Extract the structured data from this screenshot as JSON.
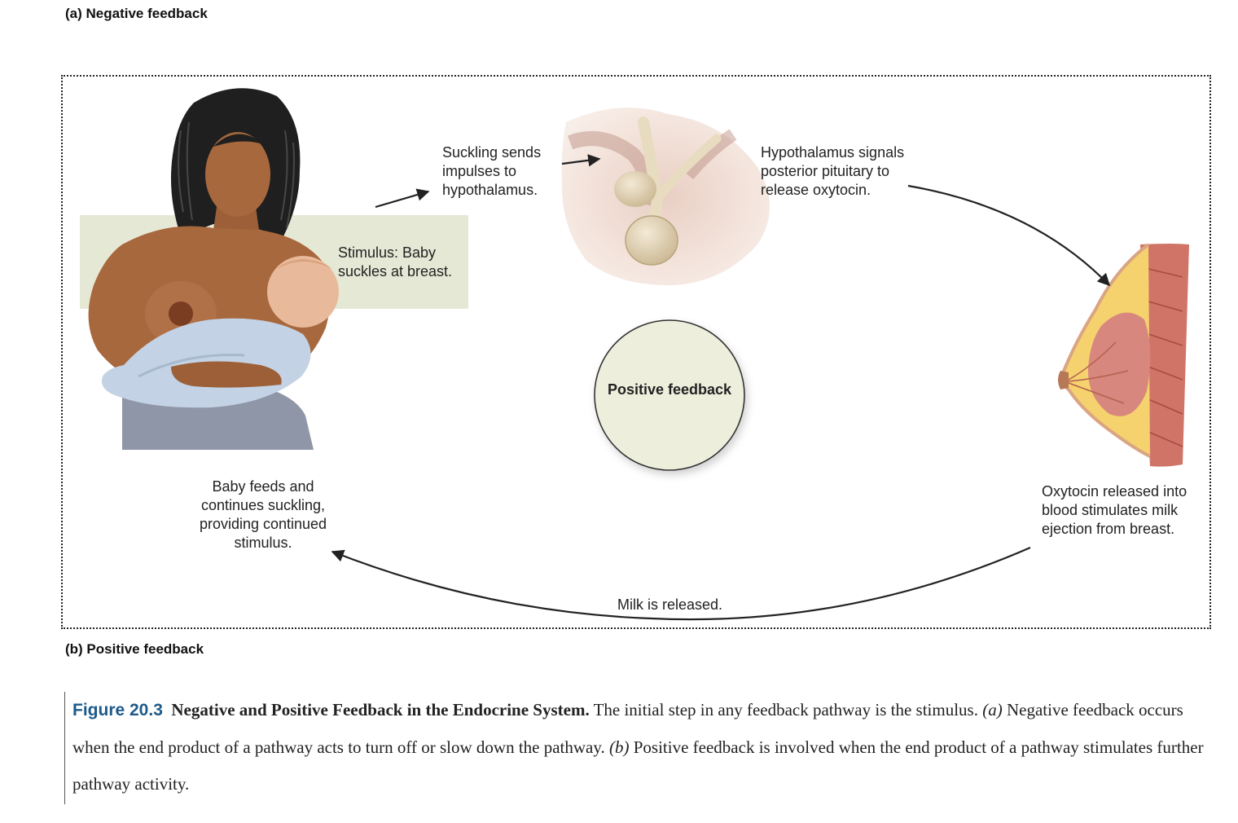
{
  "panel_a_label": "(a) Negative feedback",
  "panel_b_label": "(b) Positive feedback",
  "center": {
    "label": "Positive feedback"
  },
  "steps": {
    "stimulus": "Stimulus: Baby suckles at breast.",
    "suckling": "Suckling sends impulses to hypothalamus.",
    "hypothalamus": "Hypothalamus signals posterior pituitary to release oxytocin.",
    "oxytocin": "Oxytocin released into blood stimulates milk ejection from breast.",
    "milk": "Milk is released.",
    "baby": "Baby feeds and continues suckling, providing continued stimulus."
  },
  "caption": {
    "figure_number": "Figure 20.3",
    "title": "Negative and Positive Feedback in the Endocrine System.",
    "part1": " The initial step in any feedback pathway is the stimulus. ",
    "a_marker": "(a)",
    "part2": " Negative feedback occurs when the end product of a pathway acts to turn off or slow down the pathway. ",
    "b_marker": "(b)",
    "part3": " Positive feedback is involved when the end product of a pathway stimulates further pathway activity."
  },
  "colors": {
    "stimulus_box": "#e6e8d6",
    "center_fill": "#eeeedd",
    "caption_accent": "#1d5a8a",
    "skin": "#a8683e",
    "hair": "#1f1f1f",
    "blanket": "#c3d2e4"
  },
  "icons": [
    "mother-baby-illustration",
    "pituitary-illustration",
    "breast-anatomy-illustration"
  ]
}
